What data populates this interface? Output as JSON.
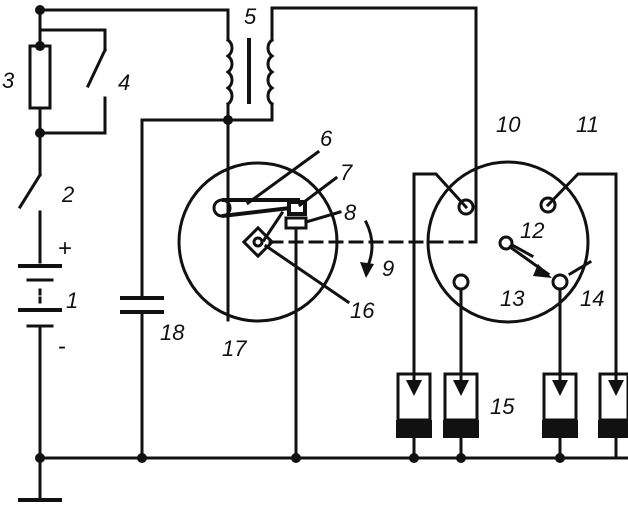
{
  "labels": {
    "l1": "1",
    "l2": "2",
    "l3": "3",
    "l4": "4",
    "l5": "5",
    "l6": "6",
    "l7": "7",
    "l8": "8",
    "l9": "9",
    "l10": "10",
    "l11": "11",
    "l12": "12",
    "l13": "13",
    "l14": "14",
    "l15": "15",
    "l16": "16",
    "l17": "17",
    "l18": "18"
  },
  "polarity": {
    "plus": "+",
    "minus": "-"
  }
}
